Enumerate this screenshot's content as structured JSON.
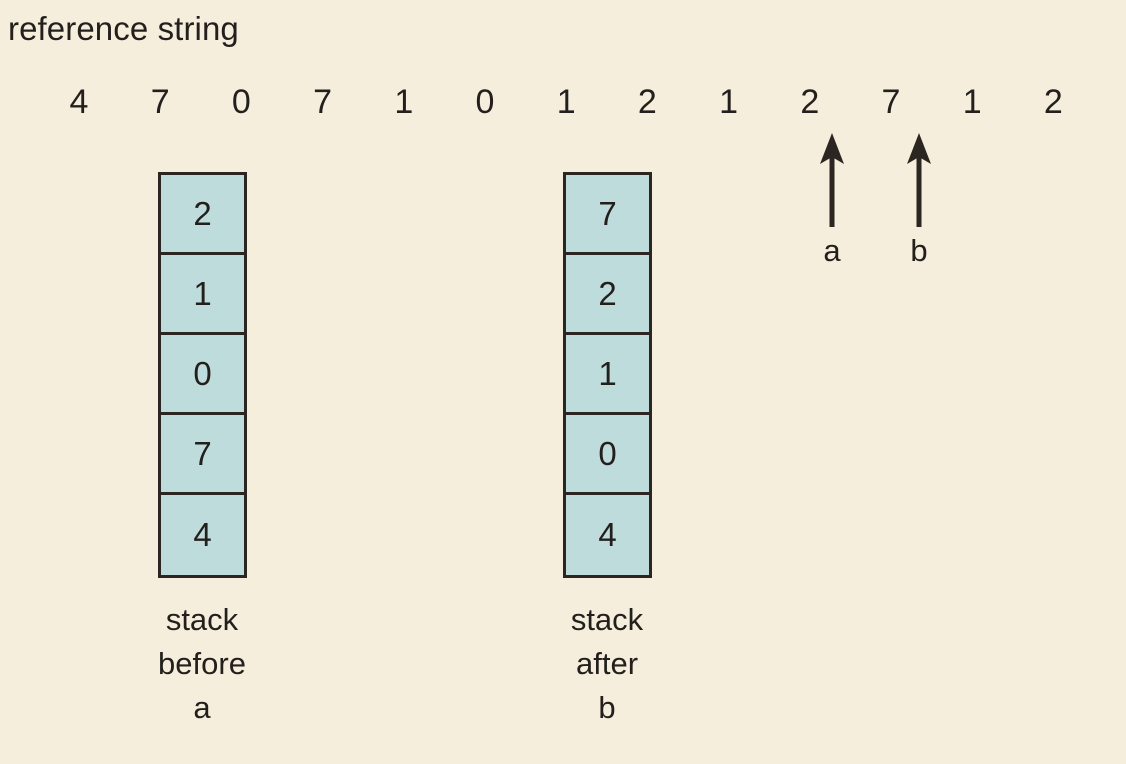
{
  "colors": {
    "background": "#f5eedc",
    "cell_fill": "#bedcdb",
    "stroke": "#2b2621",
    "text": "#231f1c"
  },
  "header": {
    "ref_label": "reference string"
  },
  "reference_string": {
    "values": [
      "4",
      "7",
      "0",
      "7",
      "1",
      "0",
      "1",
      "2",
      "1",
      "2",
      "7",
      "1",
      "2"
    ]
  },
  "stacks": [
    {
      "id": "stack-before-a",
      "cells": [
        "2",
        "1",
        "0",
        "7",
        "4"
      ],
      "caption": {
        "line1": "stack",
        "line2": "before",
        "line3": "a"
      }
    },
    {
      "id": "stack-after-b",
      "cells": [
        "7",
        "2",
        "1",
        "0",
        "4"
      ],
      "caption": {
        "line1": "stack",
        "line2": "after",
        "line3": "b"
      }
    }
  ],
  "markers": [
    {
      "id": "marker-a",
      "label": "a",
      "points_to": "2"
    },
    {
      "id": "marker-b",
      "label": "b",
      "points_to": "7"
    }
  ]
}
